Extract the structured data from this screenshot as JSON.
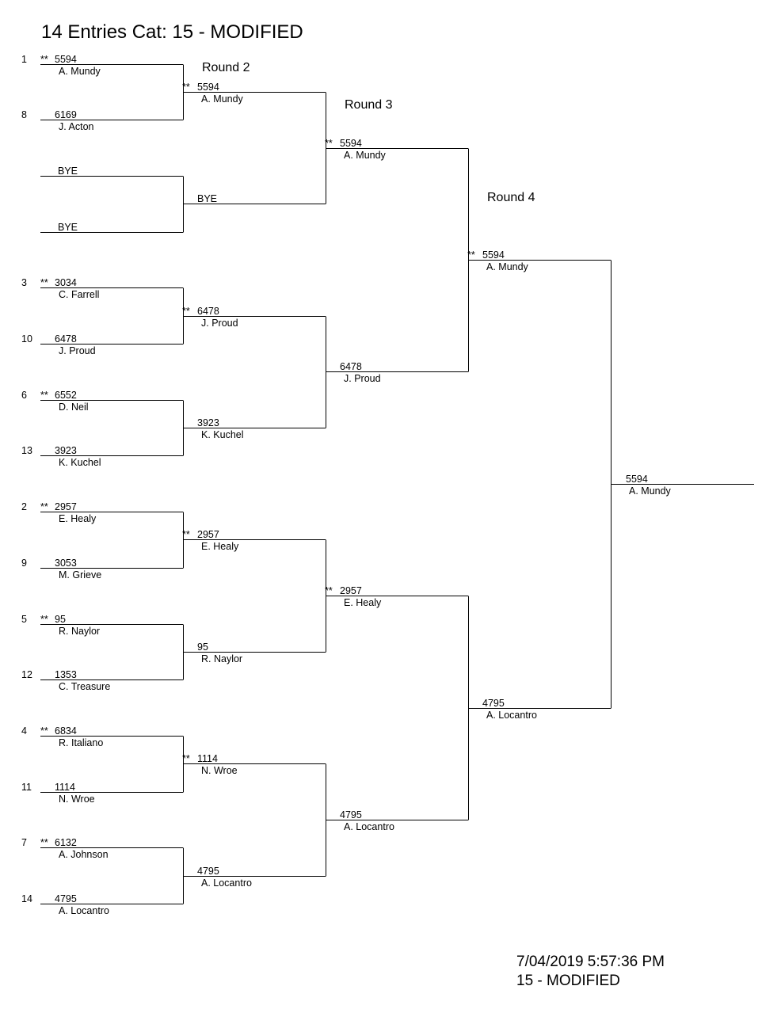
{
  "title": "14 Entries Cat: 15 - MODIFIED",
  "round_labels": [
    "Round 2",
    "Round 3",
    "Round 4"
  ],
  "rounds": [
    [
      {
        "seed": "1",
        "mark": "**",
        "number": "5594",
        "name": "A. Mundy"
      },
      {
        "seed": "8",
        "mark": "",
        "number": "6169",
        "name": "J. Acton"
      },
      {
        "seed": "",
        "mark": "",
        "number": "BYE",
        "name": ""
      },
      {
        "seed": "",
        "mark": "",
        "number": "BYE",
        "name": ""
      },
      {
        "seed": "3",
        "mark": "**",
        "number": "3034",
        "name": "C. Farrell"
      },
      {
        "seed": "10",
        "mark": "",
        "number": "6478",
        "name": "J. Proud"
      },
      {
        "seed": "6",
        "mark": "**",
        "number": "6552",
        "name": "D. Neil"
      },
      {
        "seed": "13",
        "mark": "",
        "number": "3923",
        "name": "K. Kuchel"
      },
      {
        "seed": "2",
        "mark": "**",
        "number": "2957",
        "name": "E. Healy"
      },
      {
        "seed": "9",
        "mark": "",
        "number": "3053",
        "name": "M. Grieve"
      },
      {
        "seed": "5",
        "mark": "**",
        "number": "95",
        "name": "R. Naylor"
      },
      {
        "seed": "12",
        "mark": "",
        "number": "1353",
        "name": "C. Treasure"
      },
      {
        "seed": "4",
        "mark": "**",
        "number": "6834",
        "name": "R. Italiano"
      },
      {
        "seed": "11",
        "mark": "",
        "number": "1114",
        "name": "N. Wroe"
      },
      {
        "seed": "7",
        "mark": "**",
        "number": "6132",
        "name": "A. Johnson"
      },
      {
        "seed": "14",
        "mark": "",
        "number": "4795",
        "name": "A. Locantro"
      }
    ],
    [
      {
        "mark": "**",
        "number": "5594",
        "name": "A. Mundy"
      },
      {
        "mark": "",
        "number": "BYE",
        "name": ""
      },
      {
        "mark": "**",
        "number": "6478",
        "name": "J. Proud"
      },
      {
        "mark": "",
        "number": "3923",
        "name": "K. Kuchel"
      },
      {
        "mark": "**",
        "number": "2957",
        "name": "E. Healy"
      },
      {
        "mark": "",
        "number": "95",
        "name": "R. Naylor"
      },
      {
        "mark": "**",
        "number": "1114",
        "name": "N. Wroe"
      },
      {
        "mark": "",
        "number": "4795",
        "name": "A. Locantro"
      }
    ],
    [
      {
        "mark": "**",
        "number": "5594",
        "name": "A. Mundy"
      },
      {
        "mark": "",
        "number": "6478",
        "name": "J. Proud"
      },
      {
        "mark": "**",
        "number": "2957",
        "name": "E. Healy"
      },
      {
        "mark": "",
        "number": "4795",
        "name": "A. Locantro"
      }
    ],
    [
      {
        "mark": "**",
        "number": "5594",
        "name": "A. Mundy"
      },
      {
        "mark": "",
        "number": "4795",
        "name": "A. Locantro"
      }
    ],
    [
      {
        "mark": "",
        "number": "5594",
        "name": "A. Mundy"
      }
    ]
  ],
  "footer": {
    "timestamp": "7/04/2019 5:57:36 PM",
    "category": "15 - MODIFIED"
  }
}
